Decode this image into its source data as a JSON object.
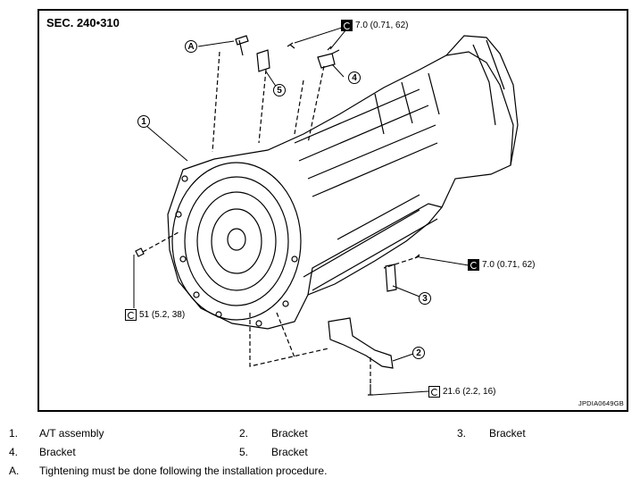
{
  "figure": {
    "section": "SEC. 240•310",
    "figure_code": "JPDIA0649GB",
    "callouts": {
      "c1": "1",
      "c2": "2",
      "c3": "3",
      "c4": "4",
      "c5": "5",
      "cA": "A"
    },
    "torques": {
      "t_top": "7.0 (0.71, 62)",
      "t_right": "7.0 (0.71, 62)",
      "t_left": "51 (5.2, 38)",
      "t_bottom": "21.6 (2.2, 16)"
    }
  },
  "legend": {
    "r1n": "1.",
    "r1a": "A/T assembly",
    "r2n": "2.",
    "r2a": "Bracket",
    "r3n": "3.",
    "r3a": "Bracket",
    "r4n": "4.",
    "r4a": "Bracket",
    "r5n": "5.",
    "r5a": "Bracket",
    "rAn": "A.",
    "rAa": "Tightening must be done following the installation procedure."
  }
}
